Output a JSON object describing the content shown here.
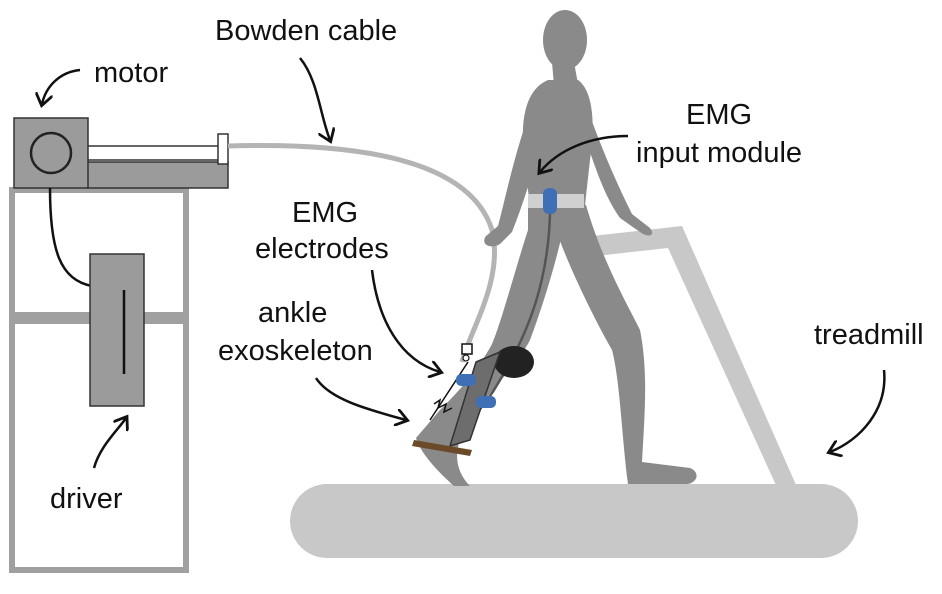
{
  "labels": {
    "bowden_cable": "Bowden cable",
    "motor": "motor",
    "emg_input_line1": "EMG",
    "emg_input_line2": "input module",
    "emg_electrodes_line1": "EMG",
    "emg_electrodes_line2": "electrodes",
    "ankle_exo_line1": "ankle",
    "ankle_exo_line2": "exoskeleton",
    "treadmill": "treadmill",
    "driver": "driver"
  },
  "colors": {
    "frame": "#9a9a9a",
    "motor_box": "#9b9b9b",
    "person": "#8a8a8a",
    "treadmill": "#c8c8c8",
    "electrode": "#3f6fb5",
    "arrow": "#111111",
    "background": "#ffffff"
  }
}
